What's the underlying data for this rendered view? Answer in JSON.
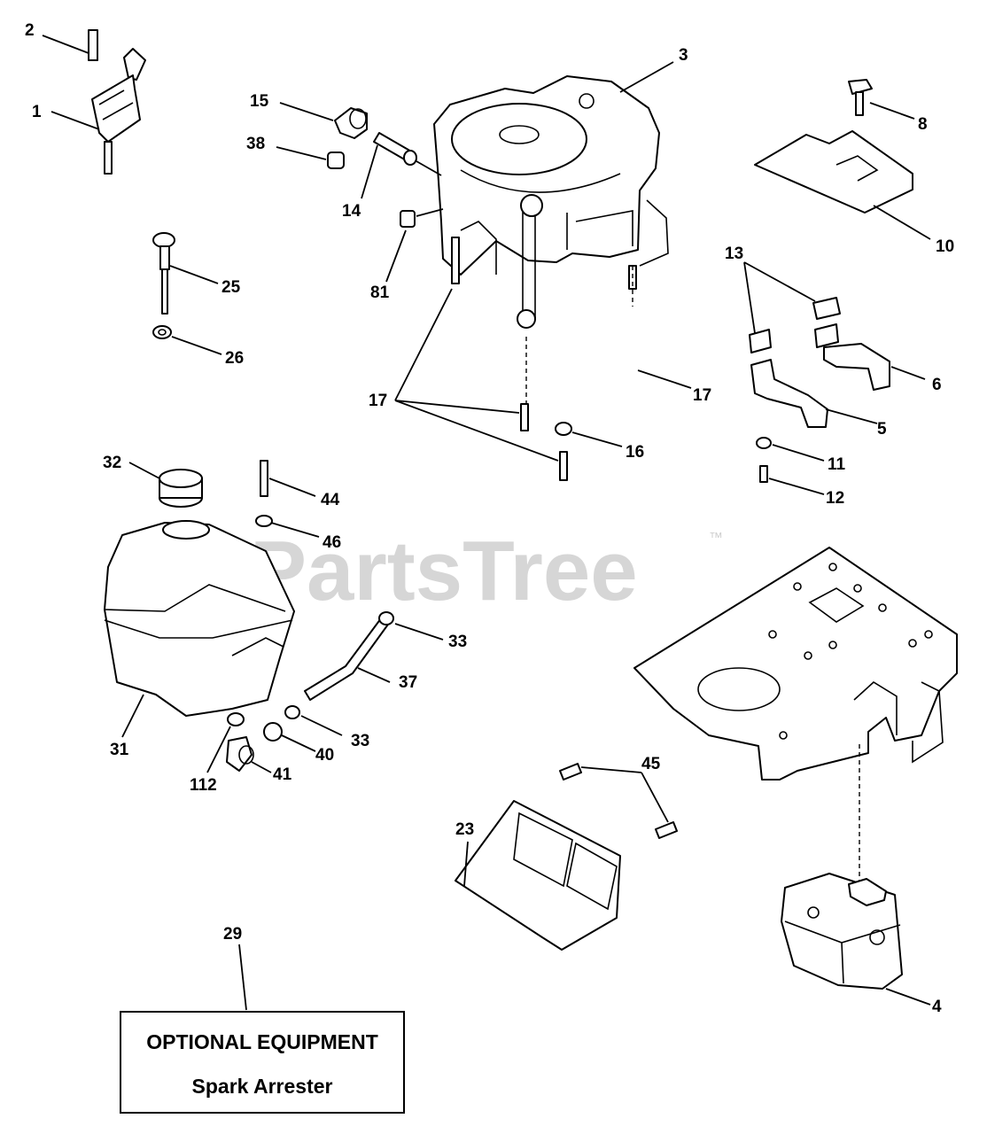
{
  "watermark": {
    "text": "PartsTree",
    "trademark": "™"
  },
  "labels": [
    {
      "id": "2",
      "text": "2"
    },
    {
      "id": "1",
      "text": "1"
    },
    {
      "id": "3",
      "text": "3"
    },
    {
      "id": "15",
      "text": "15"
    },
    {
      "id": "38",
      "text": "38"
    },
    {
      "id": "14",
      "text": "14"
    },
    {
      "id": "81",
      "text": "81"
    },
    {
      "id": "8",
      "text": "8"
    },
    {
      "id": "10",
      "text": "10"
    },
    {
      "id": "25",
      "text": "25"
    },
    {
      "id": "26",
      "text": "26"
    },
    {
      "id": "13",
      "text": "13"
    },
    {
      "id": "6",
      "text": "6"
    },
    {
      "id": "17a",
      "text": "17"
    },
    {
      "id": "17b",
      "text": "17"
    },
    {
      "id": "5",
      "text": "5"
    },
    {
      "id": "16",
      "text": "16"
    },
    {
      "id": "11",
      "text": "11"
    },
    {
      "id": "12",
      "text": "12"
    },
    {
      "id": "32",
      "text": "32"
    },
    {
      "id": "44",
      "text": "44"
    },
    {
      "id": "46",
      "text": "46"
    },
    {
      "id": "33a",
      "text": "33"
    },
    {
      "id": "37",
      "text": "37"
    },
    {
      "id": "33b",
      "text": "33"
    },
    {
      "id": "31",
      "text": "31"
    },
    {
      "id": "40",
      "text": "40"
    },
    {
      "id": "112",
      "text": "112"
    },
    {
      "id": "41",
      "text": "41"
    },
    {
      "id": "45",
      "text": "45"
    },
    {
      "id": "23",
      "text": "23"
    },
    {
      "id": "29",
      "text": "29"
    },
    {
      "id": "4",
      "text": "4"
    }
  ],
  "optional_box": {
    "title": "OPTIONAL EQUIPMENT",
    "subtitle": "Spark Arrester"
  }
}
